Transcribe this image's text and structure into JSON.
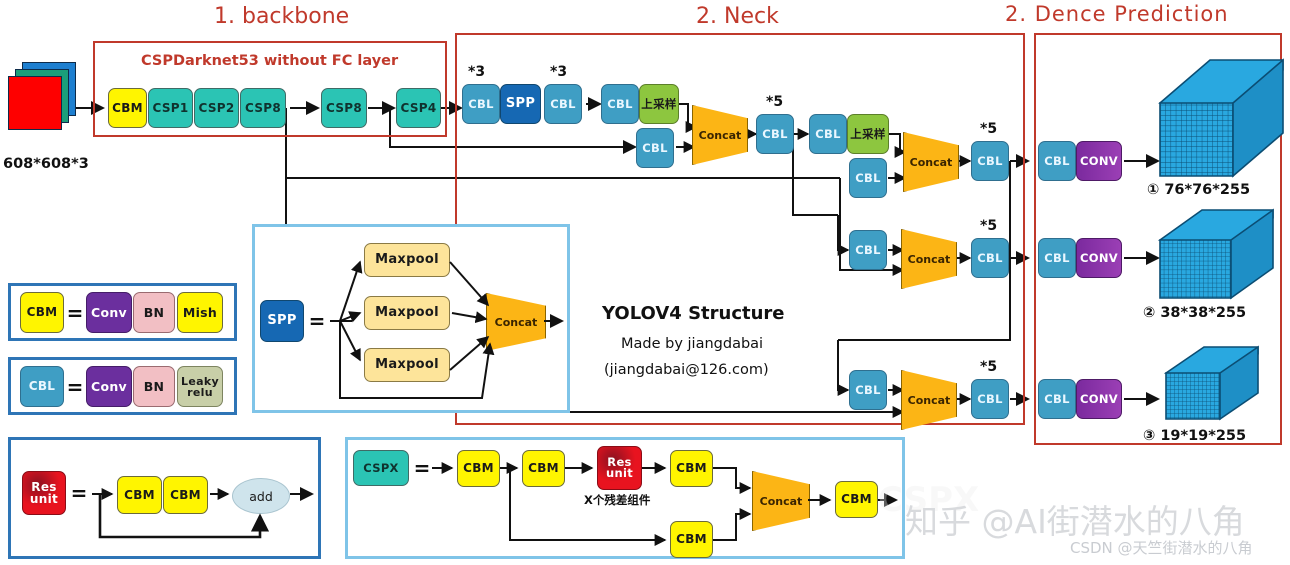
{
  "diagram": {
    "title": "YOLOV4 Structure",
    "author_line": "Made by jiangdabai",
    "email_line": "(jiangdabai@126.com)"
  },
  "sections": {
    "backbone_title": "1. backbone",
    "neck_title": "2. Neck",
    "prediction_title": "2. Dence Prediction",
    "backbone_box_label": "CSPDarknet53 without FC layer"
  },
  "input": {
    "shape_label": "608*608*3"
  },
  "backbone": {
    "blocks": [
      {
        "label": "CBM",
        "type": "cbm"
      },
      {
        "label": "CSP1",
        "type": "csp"
      },
      {
        "label": "CSP2",
        "type": "csp"
      },
      {
        "label": "CSP8",
        "type": "csp"
      },
      {
        "label": "CSP8",
        "type": "csp"
      },
      {
        "label": "CSP4",
        "type": "csp"
      }
    ]
  },
  "neck": {
    "spp_chain": [
      {
        "label": "CBL",
        "mult": "*3"
      },
      {
        "label": "SPP",
        "mult": ""
      },
      {
        "label": "CBL",
        "mult": "*3"
      }
    ],
    "cbl_labels": {
      "cbl": "CBL",
      "upsample": "上采样",
      "concat": "Concat"
    },
    "multipliers": [
      "*3",
      "*3",
      "*5",
      "*5",
      "*5",
      "*5"
    ]
  },
  "prediction": {
    "heads": [
      {
        "cbl": "CBL",
        "conv": "CONV",
        "output": "① 76*76*255"
      },
      {
        "cbl": "CBL",
        "conv": "CONV",
        "output": "② 38*38*255"
      },
      {
        "cbl": "CBL",
        "conv": "CONV",
        "output": "③ 19*19*255"
      }
    ]
  },
  "legends": {
    "cbm": {
      "name": "CBM",
      "equals": "=",
      "parts": [
        "Conv",
        "BN",
        "Mish"
      ]
    },
    "cbl": {
      "name": "CBL",
      "equals": "=",
      "parts": [
        "Conv",
        "BN",
        "Leaky relu"
      ],
      "leaky_line1": "Leaky",
      "leaky_line2": "relu"
    },
    "spp": {
      "name": "SPP",
      "equals": "=",
      "maxpool": "Maxpool",
      "pools": [
        "Maxpool",
        "Maxpool",
        "Maxpool"
      ],
      "concat": "Concat"
    },
    "res_unit": {
      "name_line1": "Res",
      "name_line2": "unit",
      "equals": "=",
      "blocks": [
        "CBM",
        "CBM"
      ],
      "add": "add"
    },
    "cspx": {
      "name": "CSPX",
      "equals": "=",
      "blocks": [
        "CBM",
        "CBM",
        "CBM",
        "CBM",
        "CBM"
      ],
      "res_line1": "Res",
      "res_line2": "unit",
      "note": "X个残差组件",
      "concat": "Concat"
    }
  },
  "watermark": {
    "zhihu": "知乎 @AI街潜水的八角",
    "csdn": "CSDN @天竺街潜水的八角"
  },
  "colors": {
    "red": "#c0392b",
    "cbm_yellow": "#fff500",
    "csp_teal": "#2bc4b4",
    "cbl_blue": "#3f9ec4",
    "spp_blue": "#1668b3",
    "upsample_green": "#8dc63f",
    "concat_orange": "#fcb515",
    "conv_purple": "#7b2a9e",
    "res_red": "#e8131f",
    "cube_blue": "#29a8e0"
  }
}
